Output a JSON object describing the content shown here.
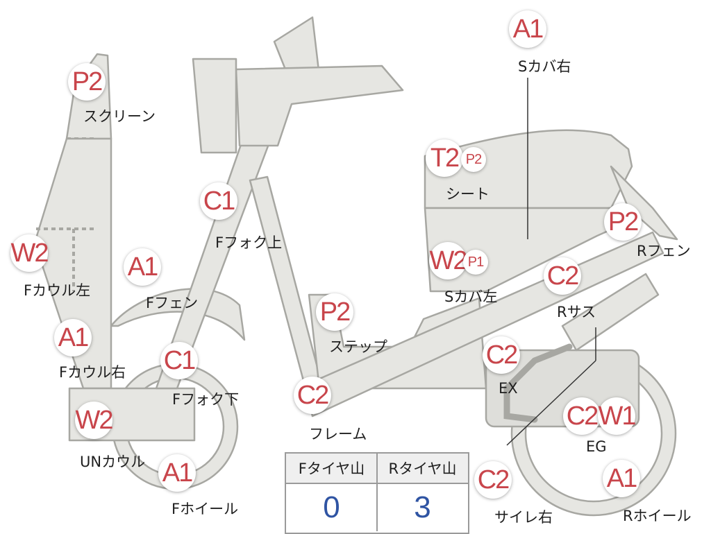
{
  "parts": [
    {
      "id": "screen",
      "grades": [
        "P2"
      ],
      "label": "スクリーン"
    },
    {
      "id": "fcowl-l",
      "grades": [
        "W2"
      ],
      "label": "Fカウル左"
    },
    {
      "id": "fcowl-r",
      "grades": [
        "A1"
      ],
      "label": "Fカウル右"
    },
    {
      "id": "un-cowl",
      "grades": [
        "W2"
      ],
      "label": "UNカウル"
    },
    {
      "id": "ffender",
      "grades": [
        "A1"
      ],
      "label": "Fフェン"
    },
    {
      "id": "ffork-up",
      "grades": [
        "C1"
      ],
      "label": "Fフォク上"
    },
    {
      "id": "ffork-low",
      "grades": [
        "C1"
      ],
      "label": "Fフォク下"
    },
    {
      "id": "fwheel",
      "grades": [
        "A1"
      ],
      "label": "Fホイール"
    },
    {
      "id": "step",
      "grades": [
        "P2"
      ],
      "label": "ステップ"
    },
    {
      "id": "frame",
      "grades": [
        "C2"
      ],
      "label": "フレーム"
    },
    {
      "id": "seat",
      "grades": [
        "T2",
        "P2"
      ],
      "label": "シート"
    },
    {
      "id": "scover-l",
      "grades": [
        "W2",
        "P1"
      ],
      "label": "Sカバ左"
    },
    {
      "id": "scover-r",
      "grades": [
        "A1"
      ],
      "label": "Sカバ右"
    },
    {
      "id": "rfender",
      "grades": [
        "P2"
      ],
      "label": "Rフェン"
    },
    {
      "id": "rsus",
      "grades": [
        "C2"
      ],
      "label": "Rサス"
    },
    {
      "id": "ex",
      "grades": [
        "C2"
      ],
      "label": "EX"
    },
    {
      "id": "eg",
      "grades": [
        "C2",
        "W1"
      ],
      "label": "EG"
    },
    {
      "id": "muffler-r",
      "grades": [
        "C2"
      ],
      "label": "サイレ右"
    },
    {
      "id": "rwheel",
      "grades": [
        "A1"
      ],
      "label": "Rホイール"
    }
  ],
  "tire_table": {
    "headers": [
      "Fタイヤ山",
      "Rタイヤ山"
    ],
    "values": [
      "0",
      "3"
    ]
  }
}
